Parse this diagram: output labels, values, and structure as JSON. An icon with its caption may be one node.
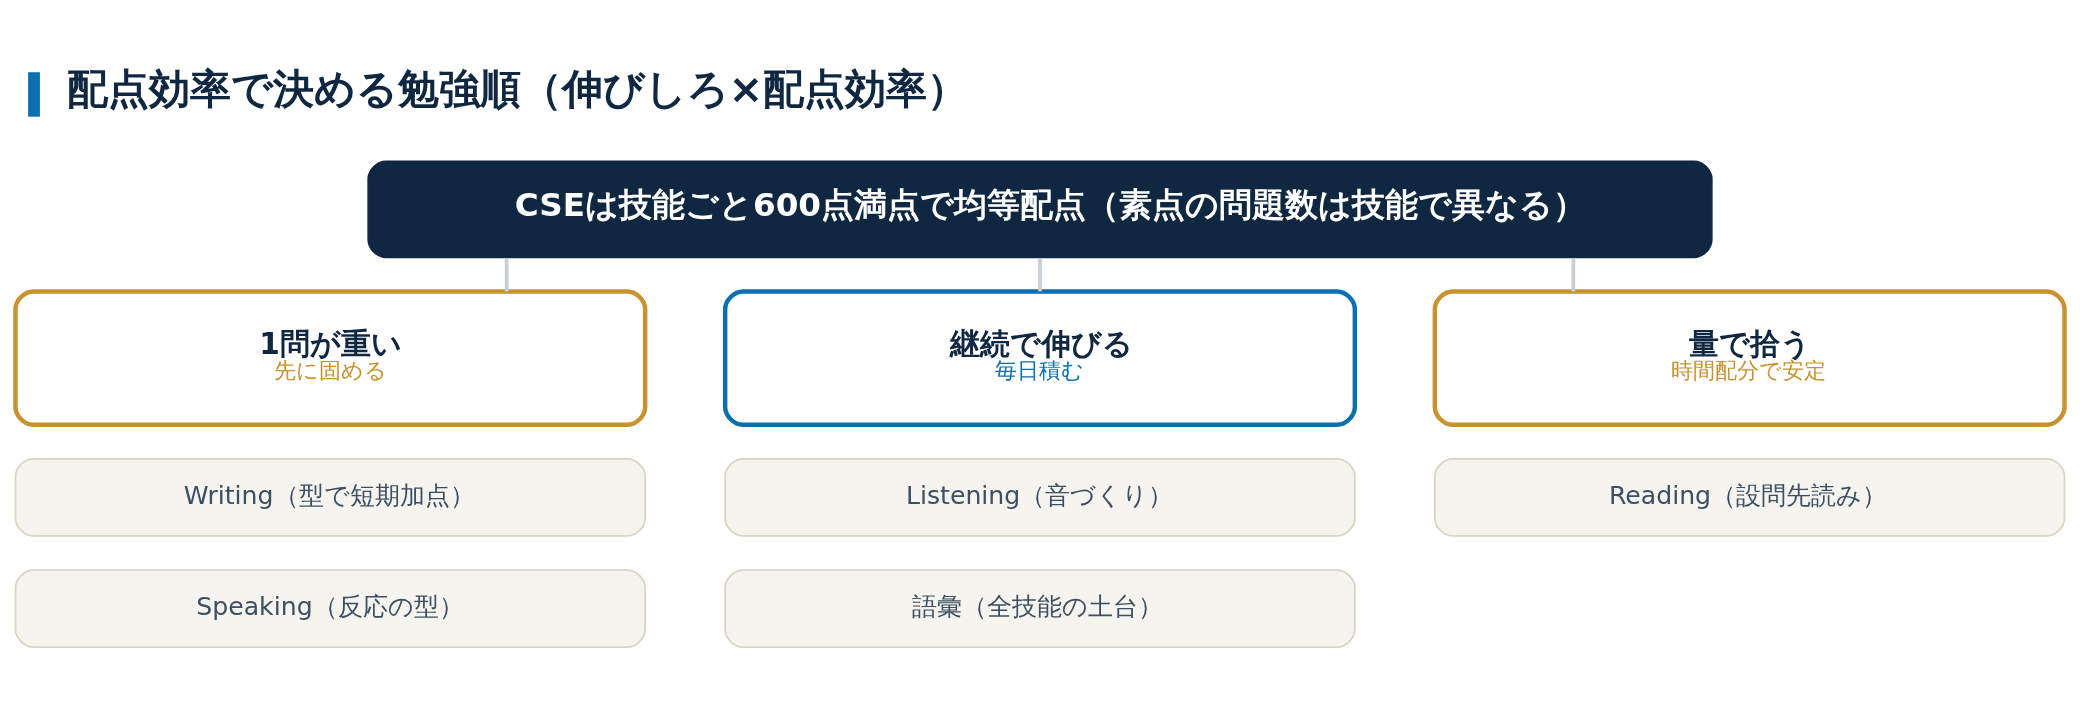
{
  "diagram": {
    "title": "配点効率で決める勉強順（伸びしろ×配点効率）",
    "nodes": [
      {
        "text": [
          "CSEは技能ごと600点満点で均等配点（素点の問題数は技能で異なる）"
        ]
      },
      {
        "text": [
          "1問が重い",
          "先に固める"
        ]
      },
      {
        "text": [
          "Writing（型で短期加点）"
        ]
      },
      {
        "text": [
          "Speaking（反応の型）"
        ]
      },
      {
        "text": [
          "継続で伸びる",
          "毎日積む"
        ]
      },
      {
        "text": [
          "Listening（音づくり）"
        ]
      },
      {
        "text": [
          "語彙（全技能の土台）"
        ]
      },
      {
        "text": [
          "量で拾う",
          "時間配分で安定"
        ]
      },
      {
        "text": [
          "Reading（設問先読み）"
        ]
      }
    ],
    "edges": [
      {
        "from": 0,
        "to": 1,
        "arrow": "none"
      },
      {
        "from": 0,
        "to": 4,
        "arrow": "none"
      },
      {
        "from": 0,
        "to": 7,
        "arrow": "none"
      }
    ]
  }
}
